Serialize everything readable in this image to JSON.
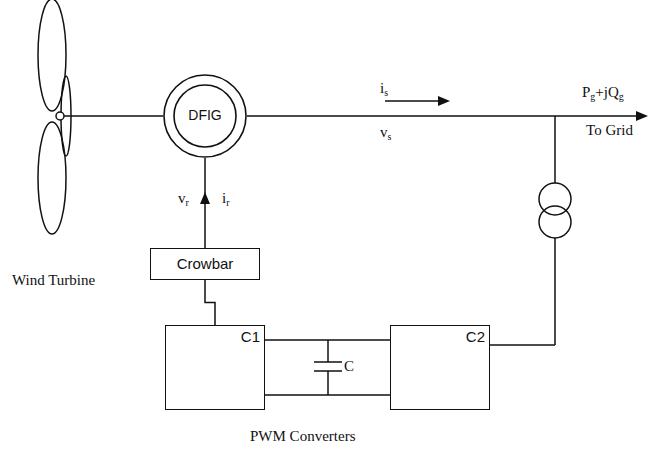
{
  "diagram": {
    "nodes": [
      {
        "text": [
          "DFIG"
        ]
      },
      {
        "text": [
          "Crowbar"
        ]
      },
      {
        "text": [
          "C1"
        ]
      },
      {
        "text": [
          "C2"
        ]
      }
    ],
    "edges": [
      {
        "from": 0,
        "to": 1,
        "arrow": "none"
      },
      {
        "from": 1,
        "to": 2,
        "arrow": "none"
      },
      {
        "from": 2,
        "to": 3,
        "arrow": "none"
      }
    ],
    "labels": [
      "Wind Turbine",
      "is",
      "vs",
      "Pg+jQg",
      "To Grid",
      "vr",
      "ir",
      "C",
      "PWM Converters"
    ]
  }
}
